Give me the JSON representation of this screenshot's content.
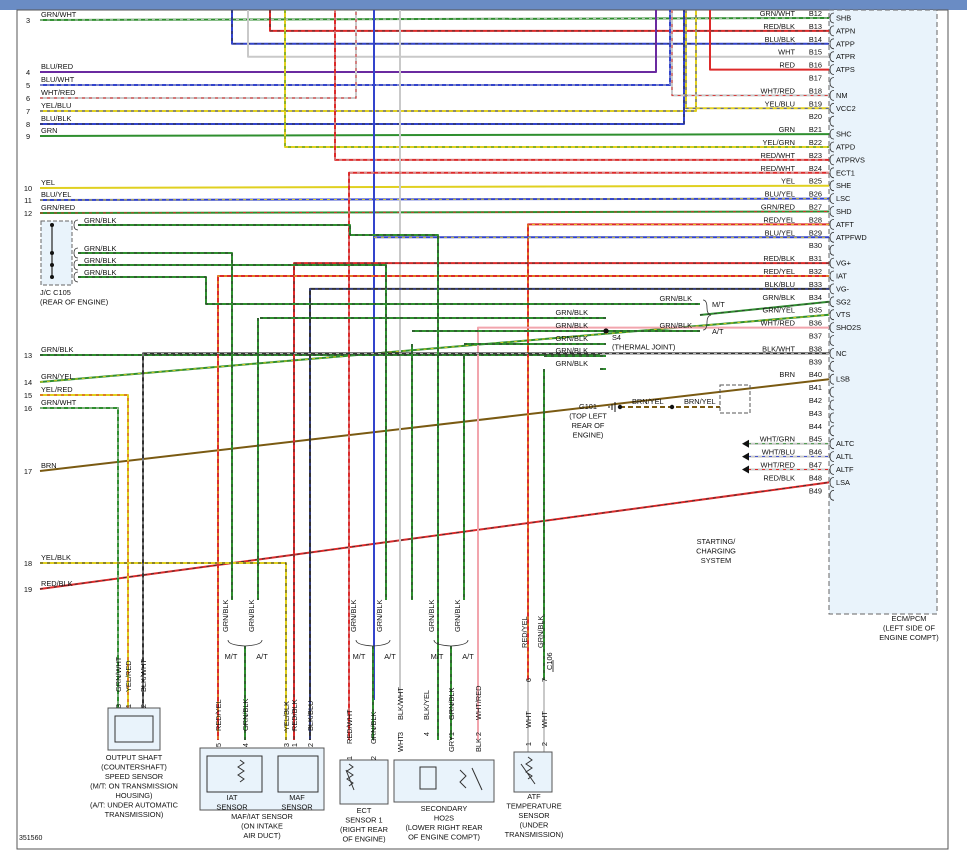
{
  "diagram_id": "351560",
  "colors": {
    "GRN": "#2f8f2f",
    "YEL": "#e0d020",
    "RED": "#dd2a2a",
    "BLU": "#3344cc",
    "WHT": "#c9c9c9",
    "BLK": "#333333",
    "BRN": "#7a5a12",
    "PNK": "#f2a5ad",
    "PUR": "#6a2aa0",
    "header": "#6a8cc4",
    "ecm_fill": "#e9f3fb"
  },
  "ecm": {
    "label_lines": [
      "ECM/PCM",
      "(LEFT SIDE OF",
      "ENGINE COMPT)"
    ],
    "pins": [
      {
        "pin": "B12",
        "name": "SHB",
        "color": "GRN/WHT",
        "c1": "GRN",
        "c2": "WHT"
      },
      {
        "pin": "B13",
        "name": "ATPN",
        "color": "RED/BLK",
        "c1": "RED",
        "c2": "BLK"
      },
      {
        "pin": "B14",
        "name": "ATPP",
        "color": "BLU/BLK",
        "c1": "BLU",
        "c2": "BLK"
      },
      {
        "pin": "B15",
        "name": "ATPR",
        "color": "WHT",
        "c1": "WHT",
        "c2": ""
      },
      {
        "pin": "B16",
        "name": "ATPS",
        "color": "RED",
        "c1": "RED",
        "c2": ""
      },
      {
        "pin": "B17",
        "name": "",
        "color": "",
        "c1": "",
        "c2": ""
      },
      {
        "pin": "B18",
        "name": "NM",
        "color": "WHT/RED",
        "c1": "WHT",
        "c2": "RED"
      },
      {
        "pin": "B19",
        "name": "VCC2",
        "color": "YEL/BLU",
        "c1": "YEL",
        "c2": "BLU"
      },
      {
        "pin": "B20",
        "name": "",
        "color": "",
        "c1": "",
        "c2": ""
      },
      {
        "pin": "B21",
        "name": "SHC",
        "color": "GRN",
        "c1": "GRN",
        "c2": ""
      },
      {
        "pin": "B22",
        "name": "ATPD",
        "color": "YEL/GRN",
        "c1": "YEL",
        "c2": "GRN"
      },
      {
        "pin": "B23",
        "name": "ATPRVS",
        "color": "RED/WHT",
        "c1": "RED",
        "c2": "WHT"
      },
      {
        "pin": "B24",
        "name": "ECT1",
        "color": "RED/WHT",
        "c1": "RED",
        "c2": "WHT"
      },
      {
        "pin": "B25",
        "name": "SHE",
        "color": "YEL",
        "c1": "YEL",
        "c2": ""
      },
      {
        "pin": "B26",
        "name": "LSC",
        "color": "BLU/YEL",
        "c1": "BLU",
        "c2": "YEL"
      },
      {
        "pin": "B27",
        "name": "SHD",
        "color": "GRN/RED",
        "c1": "GRN",
        "c2": "RED"
      },
      {
        "pin": "B28",
        "name": "ATFT",
        "color": "RED/YEL",
        "c1": "RED",
        "c2": "YEL"
      },
      {
        "pin": "B29",
        "name": "ATPFWD",
        "color": "BLU/YEL",
        "c1": "BLU",
        "c2": "YEL"
      },
      {
        "pin": "B30",
        "name": "",
        "color": "",
        "c1": "",
        "c2": ""
      },
      {
        "pin": "B31",
        "name": "VG+",
        "color": "RED/BLK",
        "c1": "RED",
        "c2": "BLK"
      },
      {
        "pin": "B32",
        "name": "IAT",
        "color": "RED/YEL",
        "c1": "RED",
        "c2": "YEL"
      },
      {
        "pin": "B33",
        "name": "VG-",
        "color": "BLK/BLU",
        "c1": "BLK",
        "c2": "BLU"
      },
      {
        "pin": "B34",
        "name": "SG2",
        "color": "GRN/BLK",
        "c1": "GRN",
        "c2": "BLK"
      },
      {
        "pin": "B35",
        "name": "VTS",
        "color": "GRN/YEL",
        "c1": "GRN",
        "c2": "YEL"
      },
      {
        "pin": "B36",
        "name": "SHO2S",
        "color": "WHT/RED",
        "c1": "PNK",
        "c2": ""
      },
      {
        "pin": "B37",
        "name": "",
        "color": "",
        "c1": "",
        "c2": ""
      },
      {
        "pin": "B38",
        "name": "NC",
        "color": "BLK/WHT",
        "c1": "BLK",
        "c2": "WHT"
      },
      {
        "pin": "B39",
        "name": "",
        "color": "",
        "c1": "",
        "c2": ""
      },
      {
        "pin": "B40",
        "name": "LSB",
        "color": "BRN",
        "c1": "BRN",
        "c2": ""
      },
      {
        "pin": "B41",
        "name": "",
        "color": "",
        "c1": "",
        "c2": ""
      },
      {
        "pin": "B42",
        "name": "",
        "color": "",
        "c1": "",
        "c2": ""
      },
      {
        "pin": "B43",
        "name": "",
        "color": "",
        "c1": "",
        "c2": ""
      },
      {
        "pin": "B44",
        "name": "",
        "color": "",
        "c1": "",
        "c2": ""
      },
      {
        "pin": "B45",
        "name": "ALTC",
        "color": "WHT/GRN",
        "c1": "WHT",
        "c2": "GRN"
      },
      {
        "pin": "B46",
        "name": "ALTL",
        "color": "WHT/BLU",
        "c1": "WHT",
        "c2": "BLU"
      },
      {
        "pin": "B47",
        "name": "ALTF",
        "color": "WHT/RED",
        "c1": "WHT",
        "c2": "RED"
      },
      {
        "pin": "B48",
        "name": "LSA",
        "color": "RED/BLK",
        "c1": "RED",
        "c2": "BLK"
      },
      {
        "pin": "B49",
        "name": "",
        "color": "",
        "c1": "",
        "c2": ""
      }
    ]
  },
  "left_wires": [
    {
      "num": "3",
      "color": "GRN/WHT",
      "c1": "GRN",
      "c2": "WHT"
    },
    {
      "num": "4",
      "color": "BLU/RED",
      "c1": "PUR",
      "c2": ""
    },
    {
      "num": "5",
      "color": "BLU/WHT",
      "c1": "BLU",
      "c2": "WHT"
    },
    {
      "num": "6",
      "color": "WHT/RED",
      "c1": "WHT",
      "c2": "RED"
    },
    {
      "num": "7",
      "color": "YEL/BLU",
      "c1": "YEL",
      "c2": "BLU"
    },
    {
      "num": "8",
      "color": "BLU/BLK",
      "c1": "BLU",
      "c2": "BLK"
    },
    {
      "num": "9",
      "color": "GRN",
      "c1": "GRN",
      "c2": ""
    },
    {
      "num": "10",
      "color": "YEL",
      "c1": "YEL",
      "c2": ""
    },
    {
      "num": "11",
      "color": "BLU/YEL",
      "c1": "BLU",
      "c2": "YEL"
    },
    {
      "num": "12",
      "color": "GRN/RED",
      "c1": "GRN",
      "c2": "RED"
    },
    {
      "num": "13",
      "color": "GRN/BLK",
      "c1": "GRN",
      "c2": "BLK"
    },
    {
      "num": "14",
      "color": "GRN/YEL",
      "c1": "GRN",
      "c2": "YEL"
    },
    {
      "num": "15",
      "color": "YEL/RED",
      "c1": "YEL",
      "c2": "RED"
    },
    {
      "num": "16",
      "color": "GRN/WHT",
      "c1": "GRN",
      "c2": "WHT"
    },
    {
      "num": "17",
      "color": "BRN",
      "c1": "BRN",
      "c2": ""
    },
    {
      "num": "18",
      "color": "YEL/BLK",
      "c1": "YEL",
      "c2": "BLK"
    },
    {
      "num": "19",
      "color": "RED/BLK",
      "c1": "RED",
      "c2": "BLK"
    }
  ],
  "jc": {
    "wires": [
      "GRN/BLK",
      "GRN/BLK",
      "GRN/BLK",
      "GRN/BLK"
    ],
    "label_lines": [
      "J/C C105",
      "(REAR OF ENGINE)"
    ]
  },
  "s4": {
    "inputs": [
      "GRN/BLK",
      "GRN/BLK",
      "GRN/BLK",
      "GRN/BLK",
      "GRN/BLK"
    ],
    "label_lines": [
      "S4",
      "(THERMAL JOINT)"
    ],
    "mt_wire": "GRN/BLK",
    "at_wire": "GRN/BLK",
    "mt": "M/T",
    "at": "A/T"
  },
  "g101": {
    "label_lines": [
      "G101",
      "(TOP LEFT",
      "REAR OF",
      "ENGINE)"
    ],
    "wire1": "BRN/YEL",
    "wire2": "BRN/YEL"
  },
  "starting": {
    "label_lines": [
      "STARTING/",
      "CHARGING",
      "SYSTEM"
    ]
  },
  "c106": "C106",
  "drops": {
    "mt": "M/T",
    "at": "A/T",
    "grnblk": "GRN/BLK",
    "redyel": "RED/YEL"
  },
  "sensors": {
    "oss": {
      "wires": [
        "GRN/WHT",
        "YEL/RED",
        "BLK/WHT"
      ],
      "pins": [
        "3",
        "1",
        "2"
      ],
      "label_lines": [
        "OUTPUT SHAFT",
        "(COUNTERSHAFT)",
        "SPEED SENSOR",
        "(M/T: ON TRANSMISSION",
        "HOUSING)",
        "(A/T: UNDER AUTOMATIC",
        "TRANSMISSION)"
      ]
    },
    "maf": {
      "wires": [
        "RED/YEL",
        "GRN/BLK",
        "YEL/BLK",
        "RED/BLK",
        "BLK/BLU"
      ],
      "pins": [
        "5",
        "4",
        "3",
        "1",
        "2"
      ],
      "iat": [
        "IAT",
        "SENSOR"
      ],
      "mafs": [
        "MAF",
        "SENSOR"
      ],
      "label_lines": [
        "MAF/IAT SENSOR",
        "(ON INTAKE",
        "AIR DUCT)"
      ]
    },
    "ect": {
      "wires": [
        "RED/WHT",
        "GRN/BLK"
      ],
      "pins": [
        "1",
        "2"
      ],
      "label_lines": [
        "ECT",
        "SENSOR 1",
        "(RIGHT REAR",
        "OF ENGINE)"
      ]
    },
    "ho2s": {
      "wires_top": [
        "BLK/WHT",
        "BLK/YEL",
        "GRN/BLK",
        "WHT/RED"
      ],
      "pins": [
        "3",
        "4",
        "1",
        "2"
      ],
      "wires_bot": [
        "WHT",
        "GRY",
        "BLK"
      ],
      "label_lines": [
        "SECONDARY",
        "HO2S",
        "(LOWER RIGHT REAR",
        "OF ENGINE COMPT)"
      ]
    },
    "atf": {
      "wires_top": [
        "RED/YEL",
        "GRN/BLK"
      ],
      "pins_top": [
        "6",
        "7"
      ],
      "pins": [
        "1",
        "2"
      ],
      "wires_bot": [
        "WHT",
        "WHT"
      ],
      "label_lines": [
        "ATF",
        "TEMPERATURE",
        "SENSOR",
        "(UNDER",
        "TRANSMISSION)"
      ]
    }
  }
}
